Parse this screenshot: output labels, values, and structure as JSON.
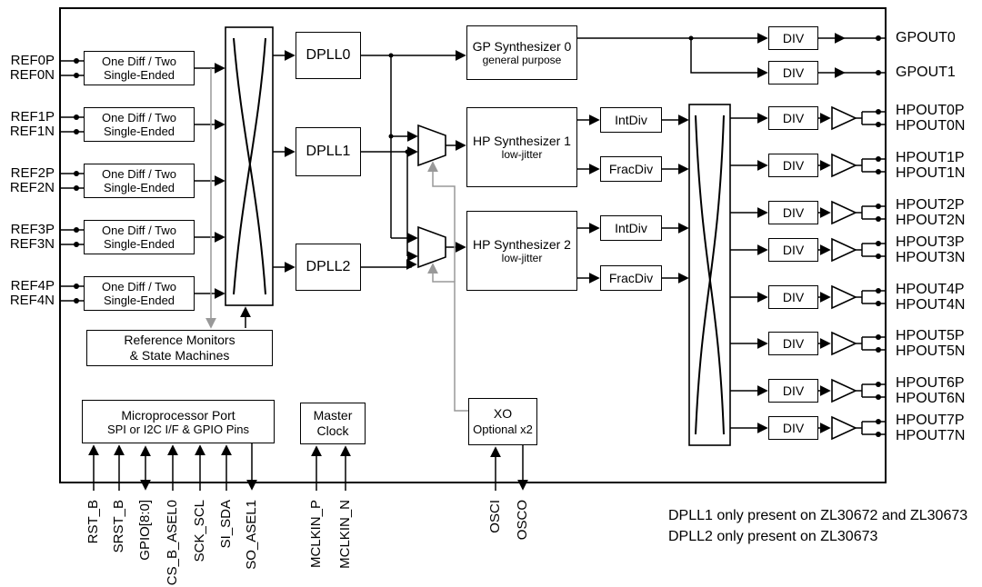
{
  "ref_inputs": [
    {
      "p": "REF0P",
      "n": "REF0N"
    },
    {
      "p": "REF1P",
      "n": "REF1N"
    },
    {
      "p": "REF2P",
      "n": "REF2N"
    },
    {
      "p": "REF3P",
      "n": "REF3N"
    },
    {
      "p": "REF4P",
      "n": "REF4N"
    }
  ],
  "input_stage": {
    "line1": "One Diff / Two",
    "line2": "Single-Ended"
  },
  "dplls": {
    "dpll0": "DPLL0",
    "dpll1": "DPLL1",
    "dpll2": "DPLL2"
  },
  "synthesizers": {
    "gp": {
      "line1": "GP Synthesizer 0",
      "line2": "general purpose"
    },
    "hp1": {
      "line1": "HP Synthesizer 1",
      "line2": "low-jitter"
    },
    "hp2": {
      "line1": "HP Synthesizer 2",
      "line2": "low-jitter"
    }
  },
  "dividers": {
    "int_div": "IntDiv",
    "frac_div": "FracDiv",
    "div": "DIV"
  },
  "gp_outputs": [
    {
      "label": "GPOUT0"
    },
    {
      "label": "GPOUT1"
    }
  ],
  "hp_outputs": [
    {
      "p": "HPOUT0P",
      "n": "HPOUT0N"
    },
    {
      "p": "HPOUT1P",
      "n": "HPOUT1N"
    },
    {
      "p": "HPOUT2P",
      "n": "HPOUT2N"
    },
    {
      "p": "HPOUT3P",
      "n": "HPOUT3N"
    },
    {
      "p": "HPOUT4P",
      "n": "HPOUT4N"
    },
    {
      "p": "HPOUT5P",
      "n": "HPOUT5N"
    },
    {
      "p": "HPOUT6P",
      "n": "HPOUT6N"
    },
    {
      "p": "HPOUT7P",
      "n": "HPOUT7N"
    }
  ],
  "blocks": {
    "ref_monitors": {
      "line1": "Reference Monitors",
      "line2": "& State Machines"
    },
    "micro_port": {
      "line1": "Microprocessor Port",
      "line2": "SPI or I2C I/F & GPIO Pins"
    },
    "master_clock": {
      "line1": "Master",
      "line2": "Clock"
    },
    "xo": {
      "line1": "XO",
      "line2": "Optional x2"
    }
  },
  "bottom_pins": {
    "rst": "RST_B",
    "srst": "SRST_B",
    "gpio": "GPIO[8:0]",
    "cs": "CS_B_ASEL0",
    "sck": "SCK_SCL",
    "si": "SI_SDA",
    "so": "SO_ASEL1",
    "mclkin_p": "MCLKIN_P",
    "mclkin_n": "MCLKIN_N",
    "osci": "OSCI",
    "osco": "OSCO"
  },
  "notes": {
    "line1": "DPLL1 only present on ZL30672 and ZL30673",
    "line2": "DPLL2 only present on ZL30673"
  },
  "colors": {
    "line": "#000000",
    "gray_line": "#999999",
    "background": "#ffffff"
  }
}
